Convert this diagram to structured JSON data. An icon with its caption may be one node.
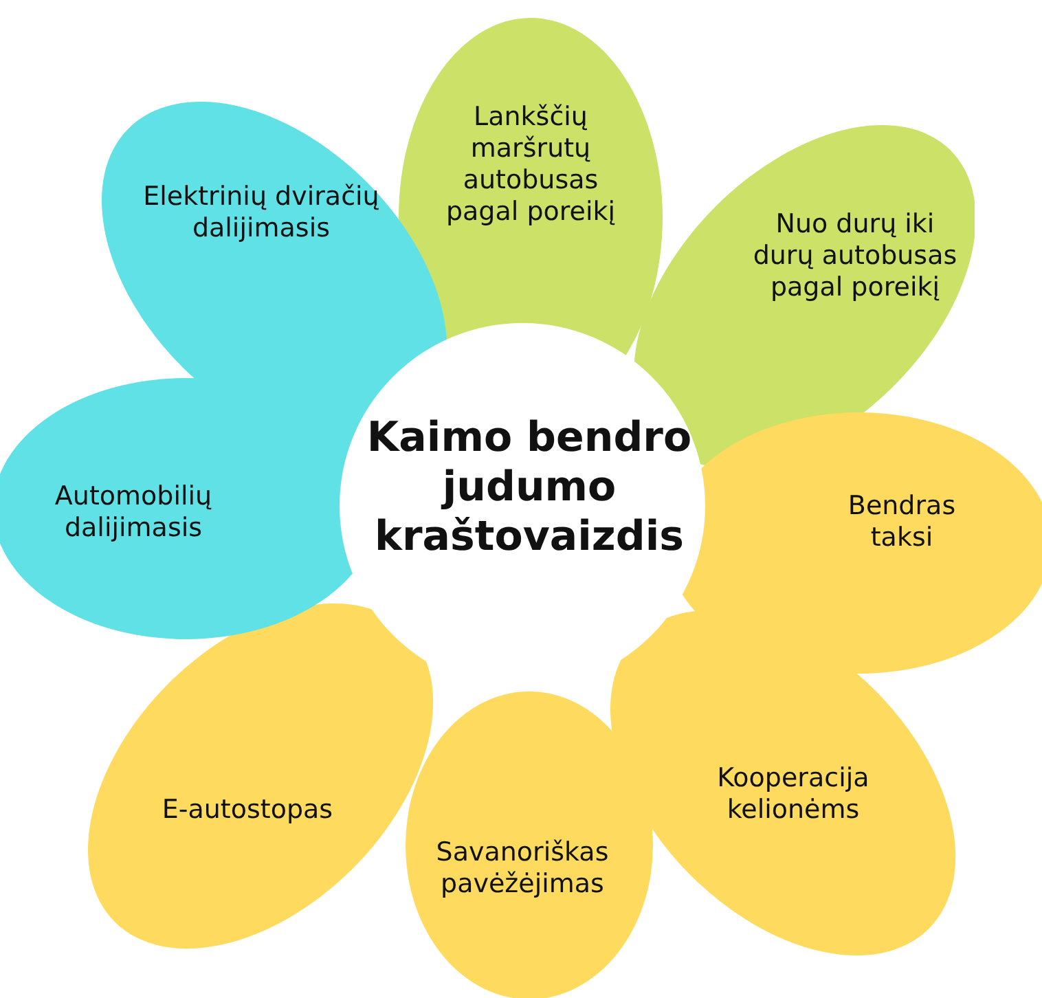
{
  "diagram": {
    "nodes": [
      {
        "text": [
          "Kaimo bendro judumo kraštovaizdis"
        ]
      },
      {
        "text": [
          "Lankščių maršrutų autobusas pagal poreikį"
        ]
      },
      {
        "text": [
          "Nuo durų iki durų autobusas pagal poreikį"
        ]
      },
      {
        "text": [
          "Bendras taksi"
        ]
      },
      {
        "text": [
          "Kooperacija kelionėms"
        ]
      },
      {
        "text": [
          "Savanoriškas pavėžėjimas"
        ]
      },
      {
        "text": [
          "E-autostopas"
        ]
      },
      {
        "text": [
          "Automobilių dalijimasis"
        ]
      },
      {
        "text": [
          "Elektrinių dviračių dalijimasis"
        ]
      }
    ]
  }
}
